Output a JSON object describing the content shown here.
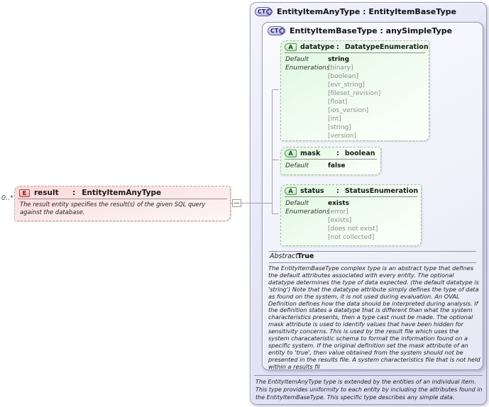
{
  "ui": {
    "colon": ":",
    "plus": "+",
    "ct_badge": "CT",
    "a_badge": "A",
    "e_badge": "E"
  },
  "element": {
    "cardinality": "0..*",
    "name": "result",
    "type": "EntityItemAnyType",
    "description": "The result entity specifies the result(s) of the given SQL query against the database."
  },
  "outer_type": {
    "title": "EntityItemAnyType : EntityItemBaseType",
    "note": "The EntityItemAnyType type is extended by the entities of an individual item. This type provides uniformity to each entity by including the attributes found in the EntityItemBaseType. This specific type describes any simple data."
  },
  "base_type": {
    "title": "EntityItemBaseType : anySimpleType",
    "abstract_label": "Abstract",
    "abstract_value": "True",
    "description": "The EntityItemBaseType complex type is an abstract type that defines the default attributes associated with every entity.  The optional datatype determines the type of data expected. (the default datatype is 'string') Note that the datatype attribute simply defines the type of data as found on the system, it is not used during evaluation.  An OVAL Definition defines how the data should be interpreted during analysis.  If the definition states a datatype that is different than what the system characteristics presents, then a type cast must be made.  The optional mask attribute is used to identify values that have been hidden for sensitivity concerns.  This is used by the result file which uses the system characateristic schema to format the information found on a specific system.  If the original definition set the mask attribute of an entity to 'true', then value obtained from the system should not be presented in the results file.  A system characteristics file that is not held within a results fil"
  },
  "attributes": [
    {
      "name": "datatype",
      "type": "DatatypeEnumeration",
      "default_label": "Default",
      "default_value": "string",
      "enumerations_label": "Enumerations",
      "enumerations": [
        "[binary]",
        "[boolean]",
        "[evr_string]",
        "[fileset_revision]",
        "[float]",
        "[ios_version]",
        "[int]",
        "[string]",
        "[version]"
      ]
    },
    {
      "name": "mask",
      "type": "boolean",
      "default_label": "Default",
      "default_value": "false",
      "enumerations": []
    },
    {
      "name": "status",
      "type": "StatusEnumeration",
      "default_label": "Default",
      "default_value": "exists",
      "enumerations_label": "Enumerations",
      "enumerations": [
        "[error]",
        "[exists]",
        "[does not exist]",
        "[not collected]"
      ]
    }
  ],
  "colors": {
    "panel_border": "#9797bd",
    "panel_bg": "#e6e6f7",
    "attribute_box_bg": "#ddf6dd",
    "element_box_bg": "#ffd6d6",
    "ct_badge_bg": "#bcbce8",
    "ct_badge_border": "#5c5c9e",
    "a_badge_bg": "#b6e7b6",
    "e_badge_bg": "#ff9f9f",
    "enumeration_text": "#8c8c8c",
    "connector": "#a4a4a4"
  }
}
